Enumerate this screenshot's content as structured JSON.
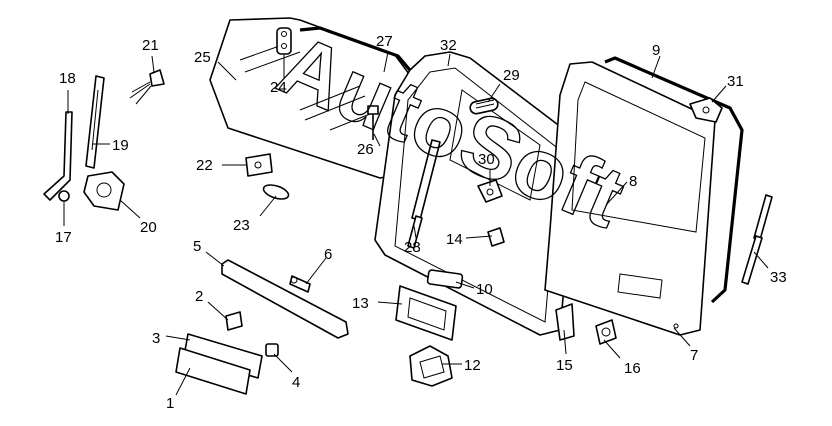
{
  "watermark": "AutoSoft",
  "callouts": [
    {
      "id": "1",
      "label": "1"
    },
    {
      "id": "2",
      "label": "2"
    },
    {
      "id": "3",
      "label": "3"
    },
    {
      "id": "4",
      "label": "4"
    },
    {
      "id": "5",
      "label": "5"
    },
    {
      "id": "6",
      "label": "6"
    },
    {
      "id": "7",
      "label": "7"
    },
    {
      "id": "8",
      "label": "8"
    },
    {
      "id": "9",
      "label": "9"
    },
    {
      "id": "10",
      "label": "10"
    },
    {
      "id": "12",
      "label": "12"
    },
    {
      "id": "13",
      "label": "13"
    },
    {
      "id": "14",
      "label": "14"
    },
    {
      "id": "15",
      "label": "15"
    },
    {
      "id": "16",
      "label": "16"
    },
    {
      "id": "17",
      "label": "17"
    },
    {
      "id": "18",
      "label": "18"
    },
    {
      "id": "19",
      "label": "19"
    },
    {
      "id": "20",
      "label": "20"
    },
    {
      "id": "21",
      "label": "21"
    },
    {
      "id": "22",
      "label": "22"
    },
    {
      "id": "23",
      "label": "23"
    },
    {
      "id": "24",
      "label": "24"
    },
    {
      "id": "25",
      "label": "25"
    },
    {
      "id": "26",
      "label": "26"
    },
    {
      "id": "27",
      "label": "27"
    },
    {
      "id": "28",
      "label": "28"
    },
    {
      "id": "29",
      "label": "29"
    },
    {
      "id": "30",
      "label": "30"
    },
    {
      "id": "31",
      "label": "31"
    },
    {
      "id": "32",
      "label": "32"
    },
    {
      "id": "33",
      "label": "33"
    }
  ]
}
